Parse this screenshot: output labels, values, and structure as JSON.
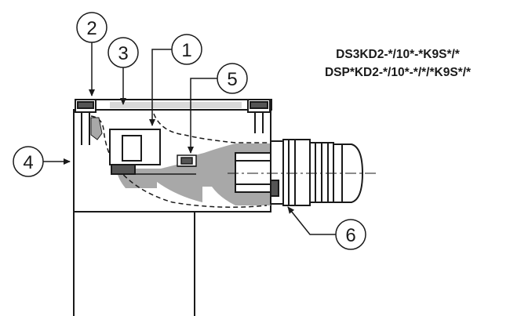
{
  "figure": {
    "model_codes": [
      "DS3KD2-*/10*-*K9S*/*",
      "DSP*KD2-*/10*-*/*/*K9S*/*"
    ],
    "callouts": [
      {
        "id": "2",
        "label": "2"
      },
      {
        "id": "3",
        "label": "3"
      },
      {
        "id": "1",
        "label": "1"
      },
      {
        "id": "5",
        "label": "5"
      },
      {
        "id": "4",
        "label": "4"
      },
      {
        "id": "6",
        "label": "6"
      }
    ]
  },
  "colors": {
    "line": "#1a1a1a",
    "shading": "#a8a8a8",
    "background": "#ffffff"
  }
}
